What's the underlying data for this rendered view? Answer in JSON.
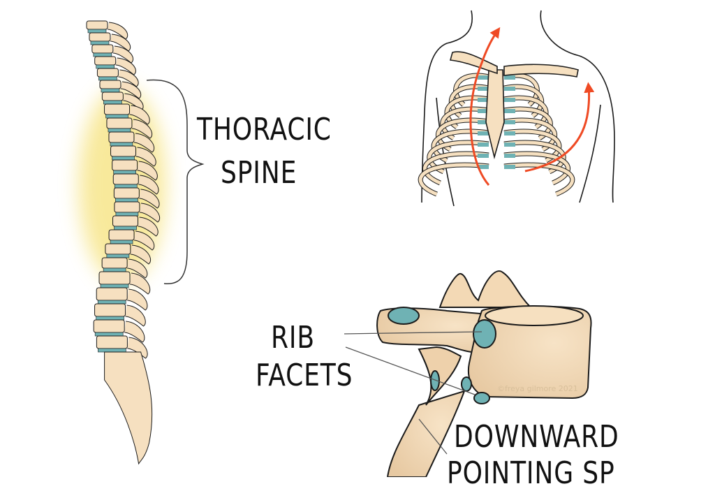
{
  "labels": {
    "thoracic": "THORACIC",
    "spine": "SPINE",
    "rib": "RIB",
    "facets": "FACETS",
    "downward": "DOWNWARD",
    "pointing_sp": "POINTING  SP"
  },
  "watermark": "©freya gilmore 2021",
  "colors": {
    "bone": "#f6e0c0",
    "disc": "#6fb2b4",
    "highlight": "#f6e27a",
    "arrow": "#ef4a24",
    "outline": "#1a1a1a"
  }
}
